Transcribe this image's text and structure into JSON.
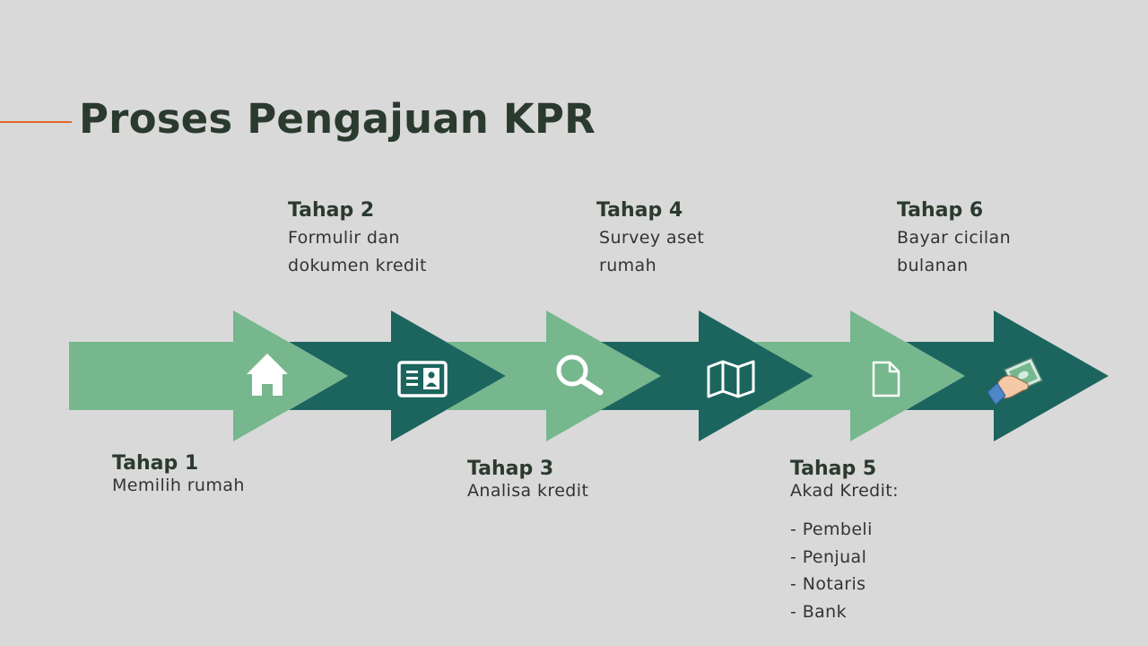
{
  "title": "Proses Pengajuan KPR",
  "colors": {
    "light_green": "#76b78d",
    "dark_green": "#1c655f",
    "accent": "#e0692a",
    "background": "#d9d9d9"
  },
  "steps": [
    {
      "title": "Tahap 1",
      "desc": "Memilih rumah",
      "icon": "house-icon"
    },
    {
      "title": "Tahap 2",
      "desc": "Formulir dan dokumen kredit",
      "icon": "id-card-icon"
    },
    {
      "title": "Tahap 3",
      "desc": "Analisa kredit",
      "icon": "magnifier-icon"
    },
    {
      "title": "Tahap 4",
      "desc": "Survey aset rumah",
      "icon": "map-icon"
    },
    {
      "title": "Tahap 5",
      "desc": "Akad Kredit:",
      "icon": "document-icon",
      "list": [
        "Pembeli",
        "Penjual",
        "Notaris",
        "Bank"
      ]
    },
    {
      "title": "Tahap 6",
      "desc": "Bayar cicilan bulanan",
      "icon": "hand-money-icon"
    }
  ]
}
